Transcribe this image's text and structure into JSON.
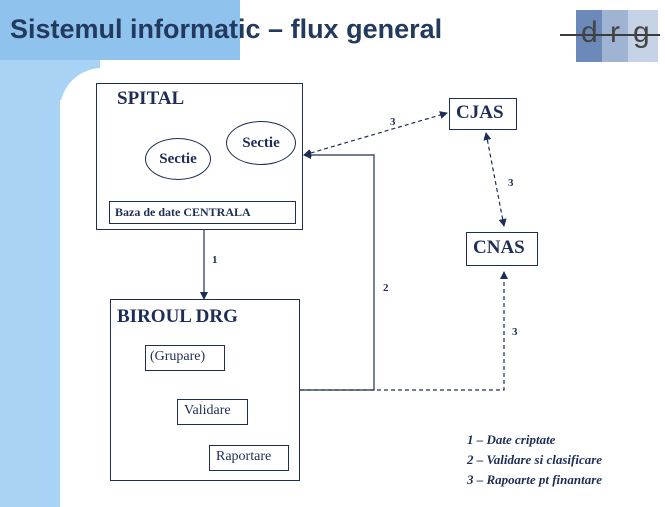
{
  "title": "Sistemul informatic – flux general",
  "logo": {
    "letters": [
      "d",
      "r",
      "g"
    ]
  },
  "spital": {
    "label": "SPITAL",
    "sections": [
      "Sectie",
      "Sectie"
    ],
    "database": "Baza de date CENTRALA"
  },
  "birou": {
    "label": "BIROUL DRG",
    "steps": [
      "(Grupare)",
      "Validare",
      "Raportare"
    ]
  },
  "cjas": "CJAS",
  "cnas": "CNAS",
  "flow_numbers": {
    "spital_to_birou": "1",
    "birou_to_spital": "2",
    "spital_to_cjas": "3",
    "cjas_to_cnas": "3",
    "birou_to_cnas": "3"
  },
  "legend": [
    "1 – Date criptate",
    "2 – Validare si clasificare",
    "3 – Rapoarte pt finantare"
  ]
}
